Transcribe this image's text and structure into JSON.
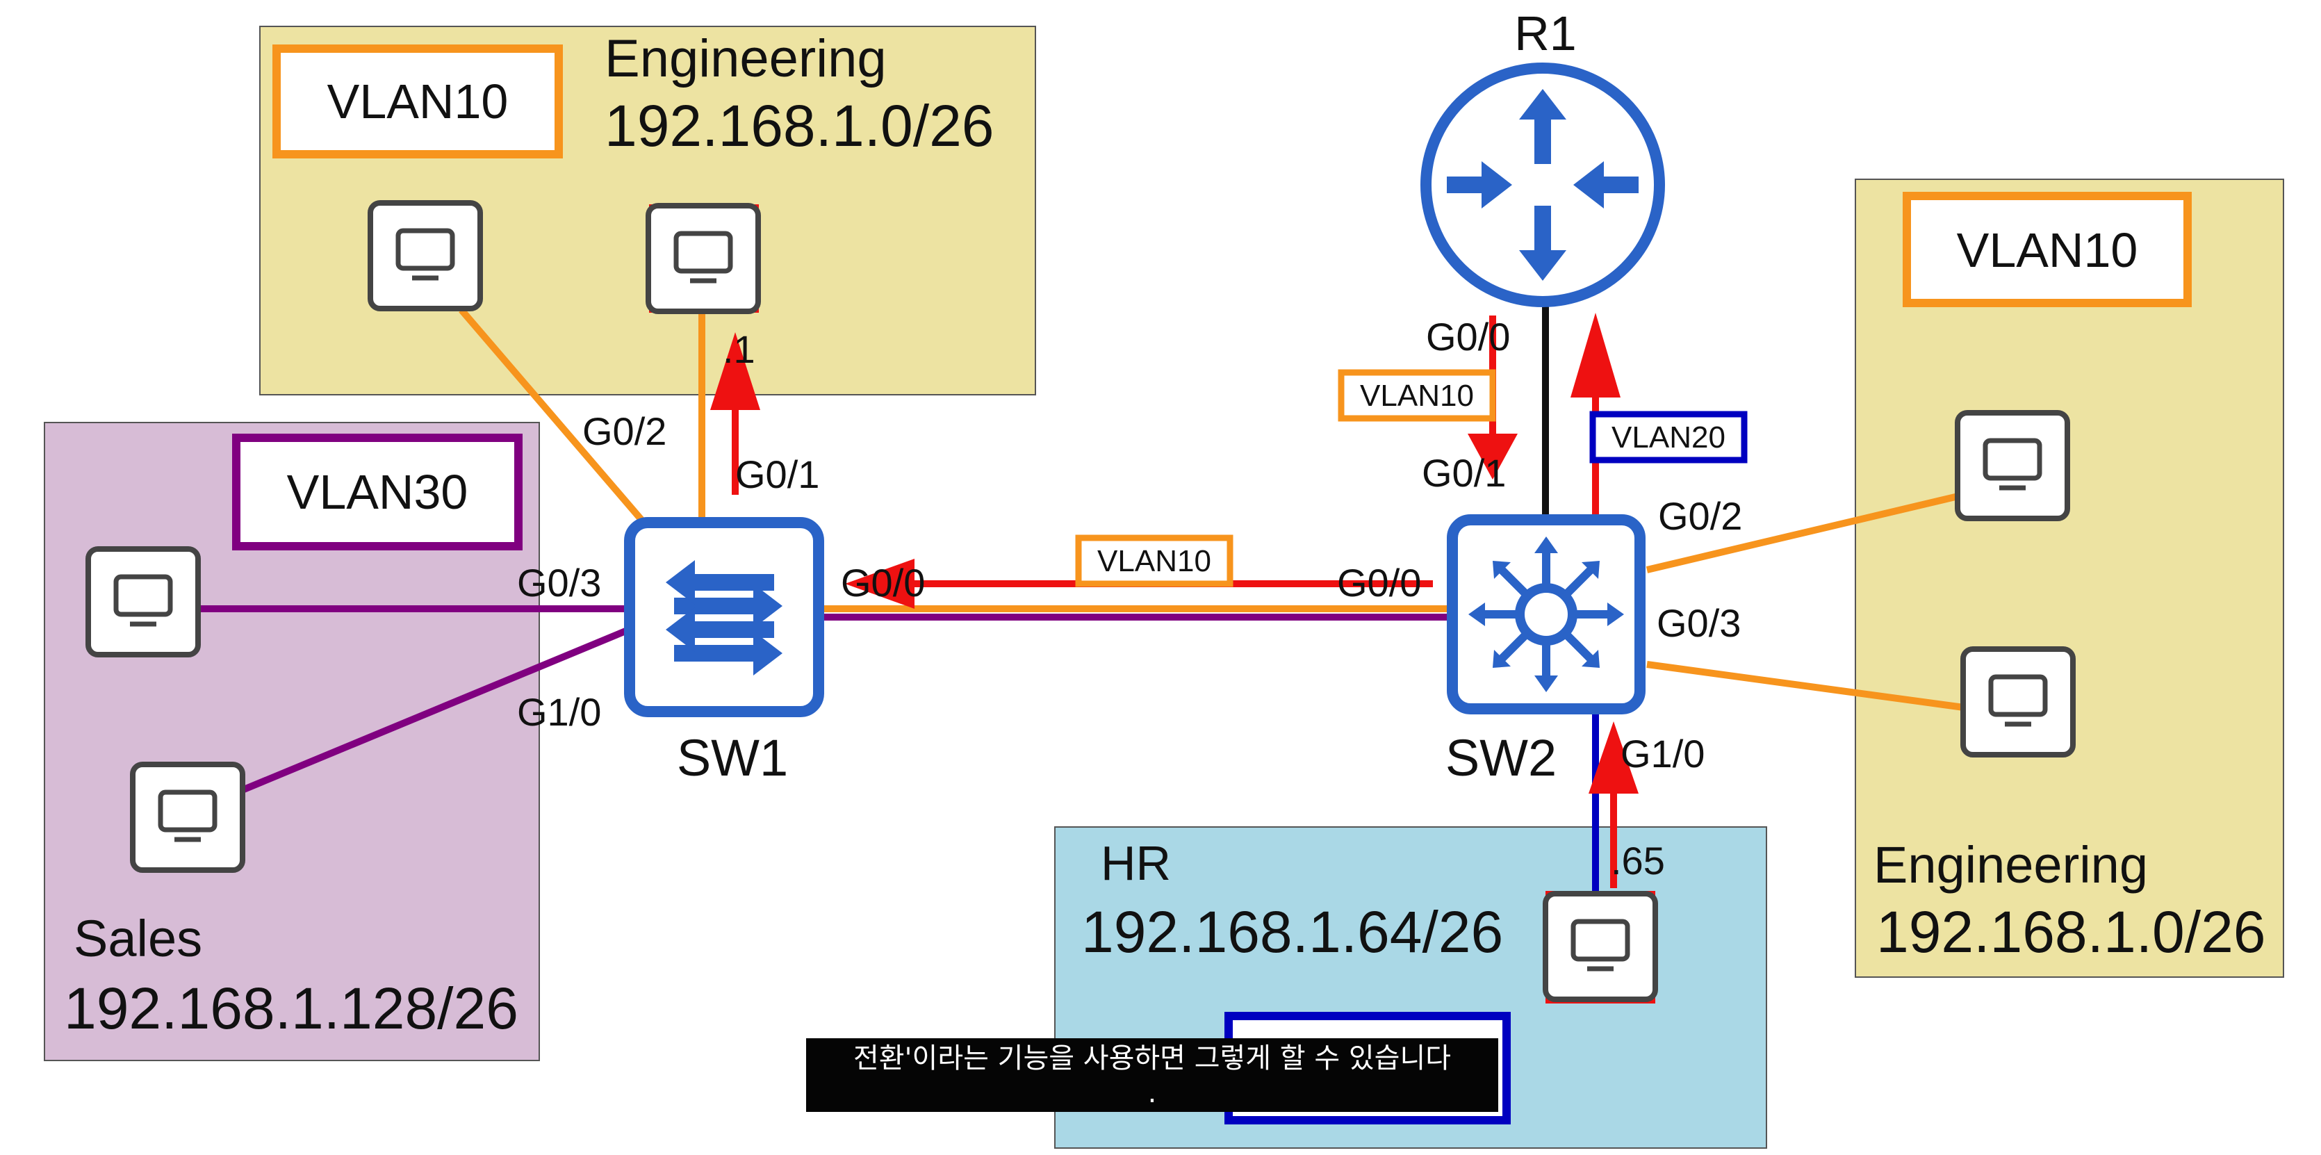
{
  "devices": {
    "router": "R1",
    "switch1": "SW1",
    "switch2": "SW2"
  },
  "zones": {
    "engineering_top": {
      "name": "Engineering",
      "subnet": "192.168.1.0/26",
      "vlan": "VLAN10"
    },
    "sales": {
      "name": "Sales",
      "subnet": "192.168.1.128/26",
      "vlan": "VLAN30"
    },
    "engineering_right": {
      "name": "Engineering",
      "subnet": "192.168.1.0/26",
      "vlan": "VLAN10"
    },
    "hr": {
      "name": "HR",
      "subnet": "192.168.1.64/26"
    }
  },
  "ports": {
    "sw1_g02": "G0/2",
    "sw1_g01": "G0/1",
    "sw1_g03": "G0/3",
    "sw1_g10": "G1/0",
    "sw1_g00": "G0/0",
    "sw2_g00": "G0/0",
    "sw2_g01": "G0/1",
    "sw2_g02": "G0/2",
    "sw2_g03": "G0/3",
    "sw2_g10": "G1/0",
    "r1_g00": "G0/0"
  },
  "host_labels": {
    "eng_pc_ip": ".1",
    "hr_pc_ip": ".65"
  },
  "frame_tags": {
    "trunk_sw2_sw1": "VLAN10",
    "r1_to_sw2": "VLAN10",
    "sw2_to_r1": "VLAN20"
  },
  "subtitle": {
    "line1": "전환'이라는 기능을 사용하면 그렇게 할 수 있습니다",
    "line2": "."
  },
  "colors": {
    "vlan10": "#f7941d",
    "vlan20": "#0000c0",
    "vlan30": "#800080",
    "arrow": "#ee1111",
    "device_blue": "#2a63c7",
    "eng_zone": "#ede3a2",
    "sales_zone": "#d7bcd6",
    "hr_zone": "#aad8e6"
  }
}
